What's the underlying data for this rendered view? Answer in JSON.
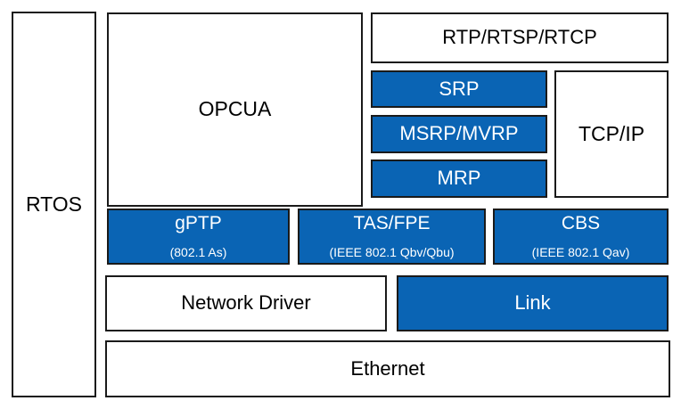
{
  "diagram": {
    "rtos": {
      "label": "RTOS"
    },
    "opcua": {
      "label": "OPCUA"
    },
    "rtp": {
      "label": "RTP/RTSP/RTCP"
    },
    "srp": {
      "label": "SRP"
    },
    "msrp": {
      "label": "MSRP/MVRP"
    },
    "mrp": {
      "label": "MRP"
    },
    "tcpip": {
      "label": "TCP/IP"
    },
    "gptp": {
      "label": "gPTP",
      "sub": "(802.1 As)"
    },
    "tas": {
      "label": "TAS/FPE",
      "sub": "(IEEE 802.1 Qbv/Qbu)"
    },
    "cbs": {
      "label": "CBS",
      "sub": "(IEEE 802.1 Qav)"
    },
    "network_driver": {
      "label": "Network Driver"
    },
    "link": {
      "label": "Link"
    },
    "ethernet": {
      "label": "Ethernet"
    }
  },
  "colors": {
    "highlight": "#0a64b4",
    "border": "#1a1a1a",
    "background": "#ffffff"
  }
}
